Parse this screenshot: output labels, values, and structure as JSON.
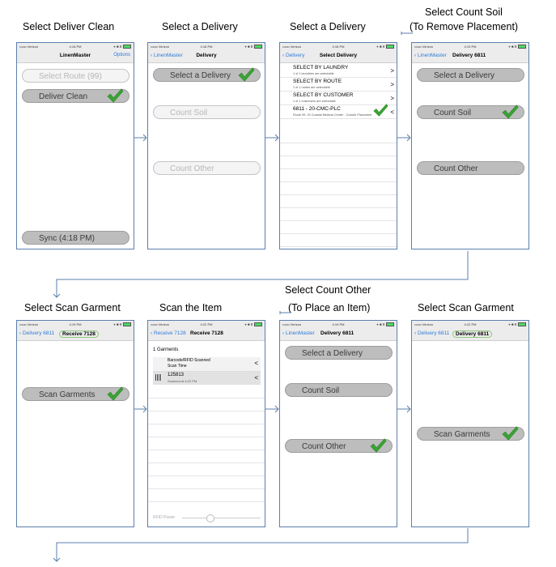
{
  "captions": {
    "s1": "Select Deliver Clean",
    "s2": "Select a Delivery",
    "s3a": "Select Count Soil",
    "s3b": "(To Remove Placement)",
    "s4": "Select Scan Garment",
    "s5": "Scan the Item",
    "s6a": "Select Count Other",
    "s6b": "(To Place an Item)",
    "s7": "Select Scan Garment"
  },
  "status": {
    "carrier": "•••oo Verizon",
    "time_a": "4:18 PM",
    "time_b": "4:19 PM",
    "time_c": "4:22 PM",
    "icons": "⌖ ✱ ▯"
  },
  "screen1": {
    "title": "LinenMaster",
    "options": "Options",
    "select_route": "Select Route (99)",
    "deliver_clean": "Deliver Clean",
    "sync": "Sync (4:18 PM)"
  },
  "screen2": {
    "back": "LinenMaster",
    "title": "Delivery",
    "select_delivery": "Select a Delivery",
    "count_soil": "Count Soil",
    "count_other": "Count Other"
  },
  "screen3": {
    "back": "Delivery",
    "title": "Select Delivery",
    "rows": [
      {
        "main": "SELECT BY LAUNDRY",
        "sub": "1 of 1 laundries are selectable",
        "chev": ">"
      },
      {
        "main": "SELECT BY ROUTE",
        "sub": "1 of 1 routes are selectable",
        "chev": ">"
      },
      {
        "main": "SELECT BY CUSTOMER",
        "sub": "1 of 1 customers are selectable",
        "chev": ">"
      },
      {
        "main": "6811 - 20-CMC-PLC",
        "sub": "Route 99, 20 Coastal Medical Center - Cubicle Placement",
        "chev": "<"
      }
    ]
  },
  "screen4": {
    "back": "LinenMaster",
    "title": "Delivery 6811",
    "select_delivery": "Select a Delivery",
    "count_soil": "Count Soil",
    "count_other": "Count Other"
  },
  "screen5": {
    "back": "Delivery 6811",
    "title": "Receive 7128",
    "scan": "Scan Garments"
  },
  "screen6": {
    "back": "Receive 7128",
    "title": "Receive 7128",
    "count": "1 Garments",
    "header_line1": "Barcode/RFID Scanned",
    "header_line2": "Scan Time",
    "item_code": "125813",
    "item_time": "Scanned at 4:22 PM",
    "chev": "<",
    "rfid": "RFID Power"
  },
  "screen7": {
    "back": "LinenMaster",
    "title": "Delivery 6811",
    "select_delivery": "Select a Delivery",
    "count_soil": "Count Soil",
    "count_other": "Count Other"
  },
  "screen8": {
    "back": "Delivery 6811",
    "title": "Delivery 6811",
    "scan": "Scan Garments"
  },
  "colors": {
    "frame": "#5b7fae",
    "link": "#2f7bd8",
    "check": "#3aa335",
    "highlight": "#8cc87a"
  }
}
